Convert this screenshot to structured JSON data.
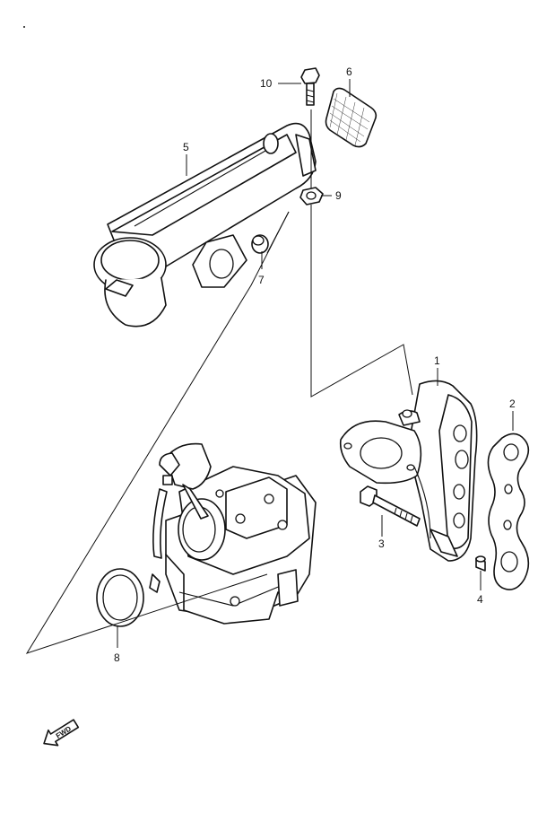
{
  "callouts": [
    {
      "id": "1",
      "label": "1"
    },
    {
      "id": "2",
      "label": "2"
    },
    {
      "id": "3",
      "label": "3"
    },
    {
      "id": "4",
      "label": "4"
    },
    {
      "id": "5",
      "label": "5"
    },
    {
      "id": "6",
      "label": "6"
    },
    {
      "id": "7",
      "label": "7"
    },
    {
      "id": "8",
      "label": "8"
    },
    {
      "id": "9",
      "label": "9"
    },
    {
      "id": "10",
      "label": "10"
    }
  ],
  "fwd_arrow": {
    "label": "FWD"
  }
}
